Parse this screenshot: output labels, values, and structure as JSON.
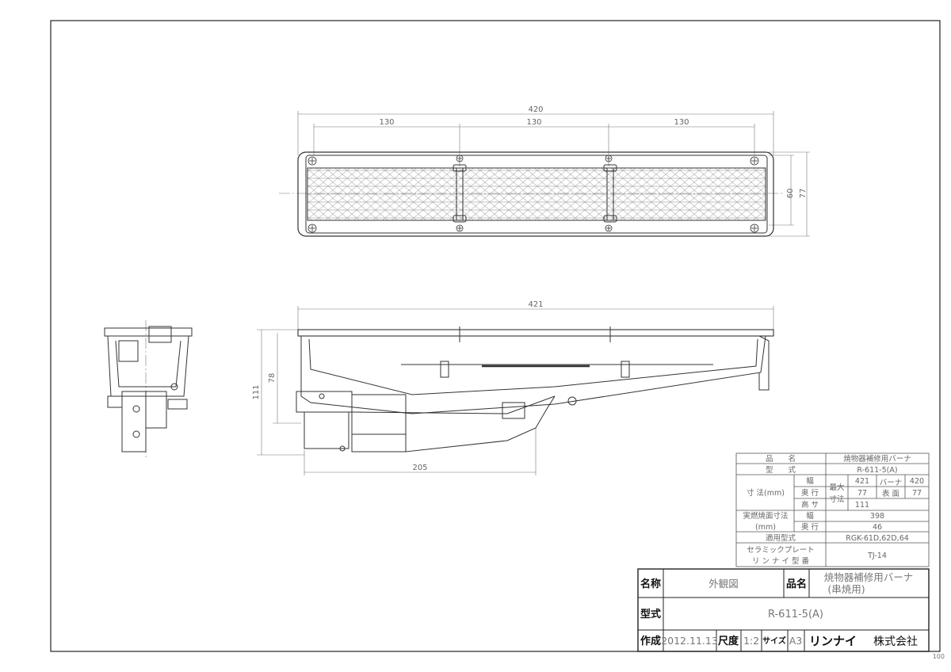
{
  "dimensions": {
    "top_overall": "420",
    "top_seg1": "130",
    "top_seg2": "130",
    "top_seg3": "130",
    "top_depth_inner": "60",
    "top_depth_outer": "77",
    "side_length": "421",
    "side_height_inner": "78",
    "side_height_total": "111",
    "side_bottom": "205"
  },
  "spec_table": {
    "row_name_label": "品　　名",
    "row_name_value": "焼物器補修用バーナ",
    "row_model_label": "型　　式",
    "row_model_value": "R-611-5(A)",
    "size_label": "寸 法(mm)",
    "size_w": "幅",
    "size_d": "奥 行",
    "size_h": "高 サ",
    "max_label1": "最大",
    "max_label2": "寸法",
    "max_w": "421",
    "max_d": "77",
    "max_h": "111",
    "burner_label1": "バーナ",
    "burner_label2": "表 面",
    "burner_w": "420",
    "burner_d": "77",
    "actual_label1": "実燃焼面寸法",
    "actual_label2": "(mm)",
    "actual_w_label": "幅",
    "actual_d_label": "奥 行",
    "actual_w": "398",
    "actual_d": "46",
    "applicable_label": "適用型式",
    "applicable_value": "RGK-61D,62D,64",
    "ceramic_label1": "セラミックプレート",
    "ceramic_label2": "リ ン ナ イ 型 番",
    "ceramic_value": "TJ-14"
  },
  "title_block": {
    "name_label": "名称",
    "name_value": "外観図",
    "product_label": "品名",
    "product_value1": "焼物器補修用バーナ",
    "product_value2": "(串焼用)",
    "model_label": "型式",
    "model_value": "R-611-5(A)",
    "made_label": "作成",
    "made_date": "2012.11.13",
    "scale_label": "尺度",
    "scale_value": "1:2",
    "size_label": "サイズ",
    "size_value": "A3",
    "company_brand": "リンナイ",
    "company_suffix": "株式会社"
  },
  "page_number": "100"
}
